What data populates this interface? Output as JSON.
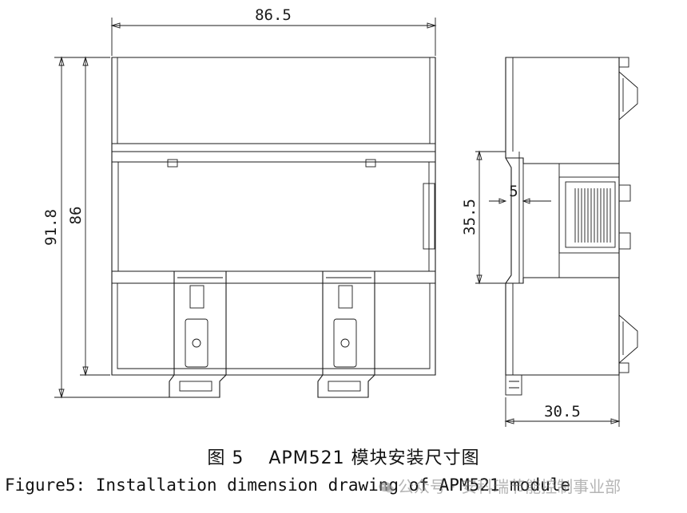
{
  "dimensions": {
    "width": "86.5",
    "height_total": "91.8",
    "height_body": "86",
    "rail_slot": "35.5",
    "groove": "5",
    "depth": "30.5"
  },
  "caption": {
    "cn": "图 5　 APM521 模块安装尺寸图",
    "en": "Figure5: Installation dimension drawing of APM521 module"
  },
  "watermark": {
    "icon": "wechat-icon",
    "text": "公众号 · 安科瑞节能控制事业部"
  }
}
